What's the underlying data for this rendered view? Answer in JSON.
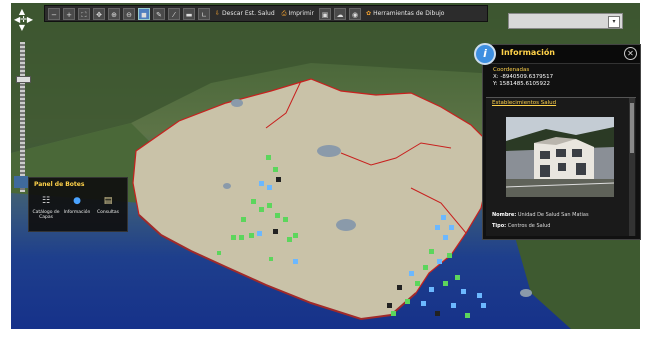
{
  "toolbar": {
    "buttons": [
      "zoom-out",
      "zoom-in",
      "full-extent",
      "pan",
      "zoom-box-in",
      "zoom-box-out",
      "select",
      "identify",
      "measure-line",
      "measure-area",
      "measure-angle"
    ],
    "descargar_label": "Descar Est. Salud",
    "imprimir_label": "Imprimir",
    "herramientas_label": "Herramientas de Dibujo"
  },
  "info_window": {
    "title": "Información",
    "coords_label": "Coordenadas",
    "x": "X: -8940509.6379517",
    "y": "Y: 1581485.6105922",
    "link": "Establecimientos Salud",
    "nombre_label": "Nombre:",
    "nombre_value": "Unidad De Salud San Matias",
    "tipo_label": "Tipo:",
    "tipo_value": "Centros de Salud"
  },
  "base_panel": {
    "title": "Panel de Botes",
    "items": [
      {
        "label": "Catálogo de Capas",
        "icon": "layers-list-icon"
      },
      {
        "label": "Información",
        "icon": "info-circle-icon"
      },
      {
        "label": "Consultas",
        "icon": "query-document-icon"
      }
    ]
  },
  "colors": {
    "accent": "#ffd24a",
    "info_badge": "#3e8fe0",
    "sea": "#1e3f8c",
    "land": "#c9c2a8",
    "border": "#c8201e"
  }
}
